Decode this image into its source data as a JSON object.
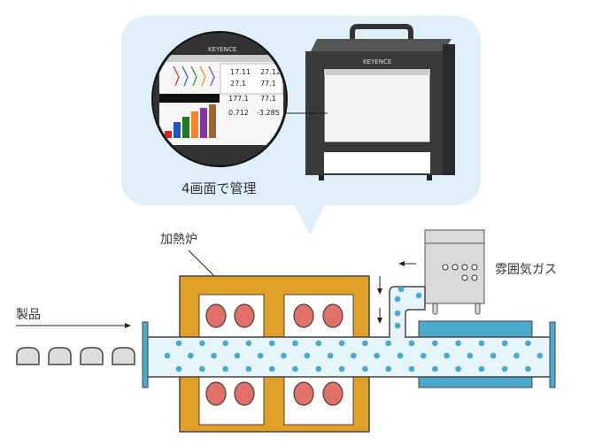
{
  "callout": {
    "caption": "4画面で管理",
    "brand": "KEYENCE",
    "readings": [
      "17.11",
      "27.1",
      "177.1",
      "0.712",
      "27.12",
      "77.1",
      "77.1",
      "-3.285"
    ]
  },
  "labels": {
    "product": "製品",
    "furnace": "加熱炉",
    "gas": "雰囲気ガス"
  },
  "colors": {
    "bubble": "#dff0fa",
    "furnace": "#e09f25",
    "heater": "#e07068",
    "tube": "#e6f4fc",
    "gas_dot": "#4aa8cc",
    "cooler": "#4aaacb",
    "gas_unit": "#d9d9d9"
  }
}
